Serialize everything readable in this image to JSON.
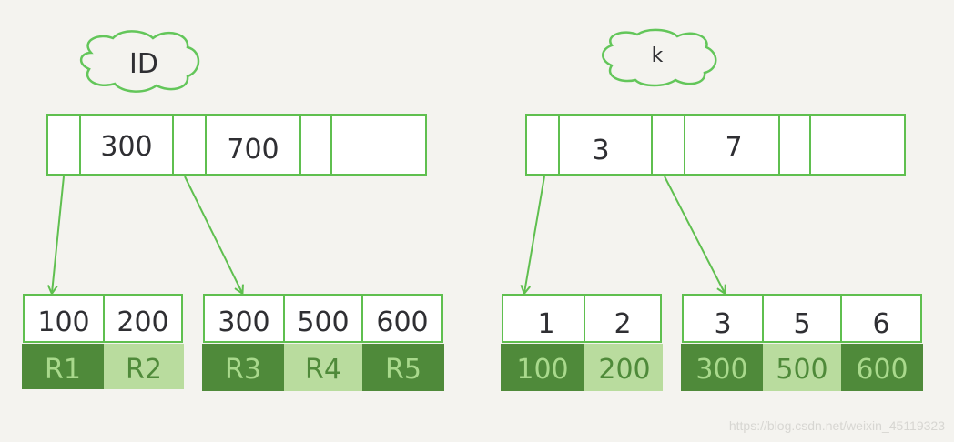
{
  "colors": {
    "background": "#f4f3ef",
    "green_line": "#5fbf4f",
    "dark_fill": "#4f8a3a",
    "light_fill": "#b9dc9e",
    "text": "#2f2f33"
  },
  "left_tree": {
    "label": "ID",
    "root_keys": [
      "300",
      "700"
    ],
    "leaves": [
      {
        "keys": [
          "100",
          "200"
        ],
        "rows": [
          {
            "text": "R1",
            "shade": "dark"
          },
          {
            "text": "R2",
            "shade": "light"
          }
        ]
      },
      {
        "keys": [
          "300",
          "500",
          "600"
        ],
        "rows": [
          {
            "text": "R3",
            "shade": "dark"
          },
          {
            "text": "R4",
            "shade": "light"
          },
          {
            "text": "R5",
            "shade": "dark"
          }
        ]
      }
    ]
  },
  "right_tree": {
    "label": "k",
    "root_keys": [
      "3",
      "7"
    ],
    "leaves": [
      {
        "keys": [
          "1",
          "2"
        ],
        "rows": [
          {
            "text": "100",
            "shade": "dark"
          },
          {
            "text": "200",
            "shade": "light"
          }
        ]
      },
      {
        "keys": [
          "3",
          "5",
          "6"
        ],
        "rows": [
          {
            "text": "300",
            "shade": "dark"
          },
          {
            "text": "500",
            "shade": "light"
          },
          {
            "text": "600",
            "shade": "dark"
          }
        ]
      }
    ]
  },
  "watermark": "https://blog.csdn.net/weixin_45119323"
}
